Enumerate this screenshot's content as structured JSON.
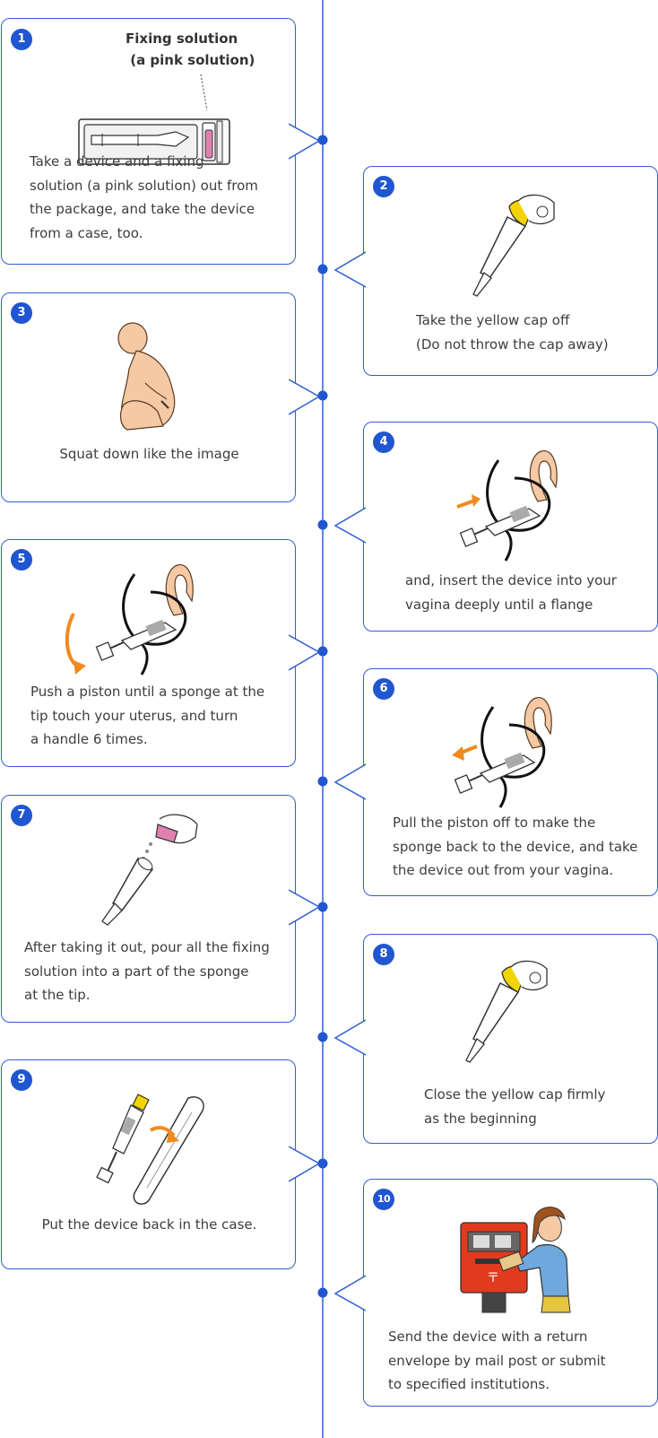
{
  "colors": {
    "accent": "#2156d1",
    "border": "#2f5fd6",
    "skin": "#f4c9a3",
    "yellow": "#f1d400",
    "orange": "#f08a20",
    "pink": "#e080b0"
  },
  "callout": {
    "line1": "Fixing solution",
    "line2": " (a pink solution)"
  },
  "steps": [
    {
      "number": "1",
      "text": "Take a device and a fixing\nsolution (a pink solution) out from\nthe package, and take the device\nfrom a case, too.",
      "icon": "device-package-icon"
    },
    {
      "number": "2",
      "text": "Take the yellow cap off\n (Do not throw the cap away)",
      "icon": "cap-removal-icon"
    },
    {
      "number": "3",
      "text": "Squat down like the image",
      "icon": "squatting-person-icon"
    },
    {
      "number": "4",
      "text": "and, insert the device into your\nvagina deeply until a flange",
      "icon": "insert-device-icon"
    },
    {
      "number": "5",
      "text": "Push a piston until a sponge at the\ntip touch your uterus, and turn\na handle 6 times.",
      "icon": "turn-handle-icon"
    },
    {
      "number": "6",
      "text": "Pull the piston off to make the\nsponge back to the device, and take\nthe device out from your vagina.",
      "icon": "pull-piston-icon"
    },
    {
      "number": "7",
      "text": "After taking it out, pour all the fixing\nsolution into a part of the sponge\nat the tip.",
      "icon": "pour-solution-icon"
    },
    {
      "number": "8",
      "text": "Close the yellow cap firmly\nas the beginning",
      "icon": "cap-close-icon"
    },
    {
      "number": "9",
      "text": "Put the device back in the case.",
      "icon": "device-case-icon"
    },
    {
      "number": "10",
      "text": "Send the device with a return\nenvelope by mail post or submit\nto specified institutions.",
      "icon": "mail-post-icon"
    }
  ]
}
